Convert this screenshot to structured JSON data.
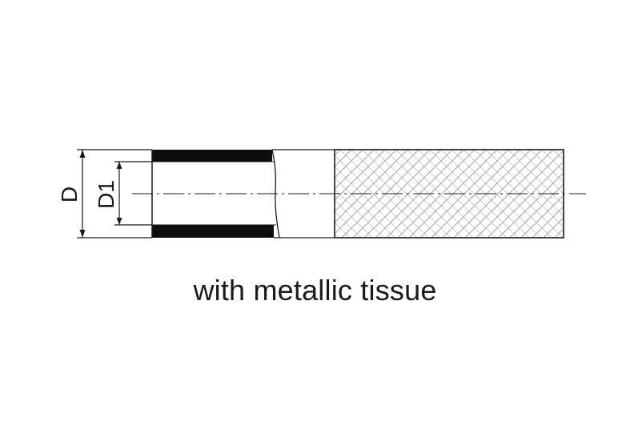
{
  "diagram": {
    "dimension_outer_label": "D",
    "dimension_inner_label": "D1",
    "caption": "with metallic tissue"
  },
  "colors": {
    "line": "#1a1a1a",
    "wall_fill": "#0d0d0d",
    "braid": "#9a9a9a",
    "background": "#ffffff"
  }
}
